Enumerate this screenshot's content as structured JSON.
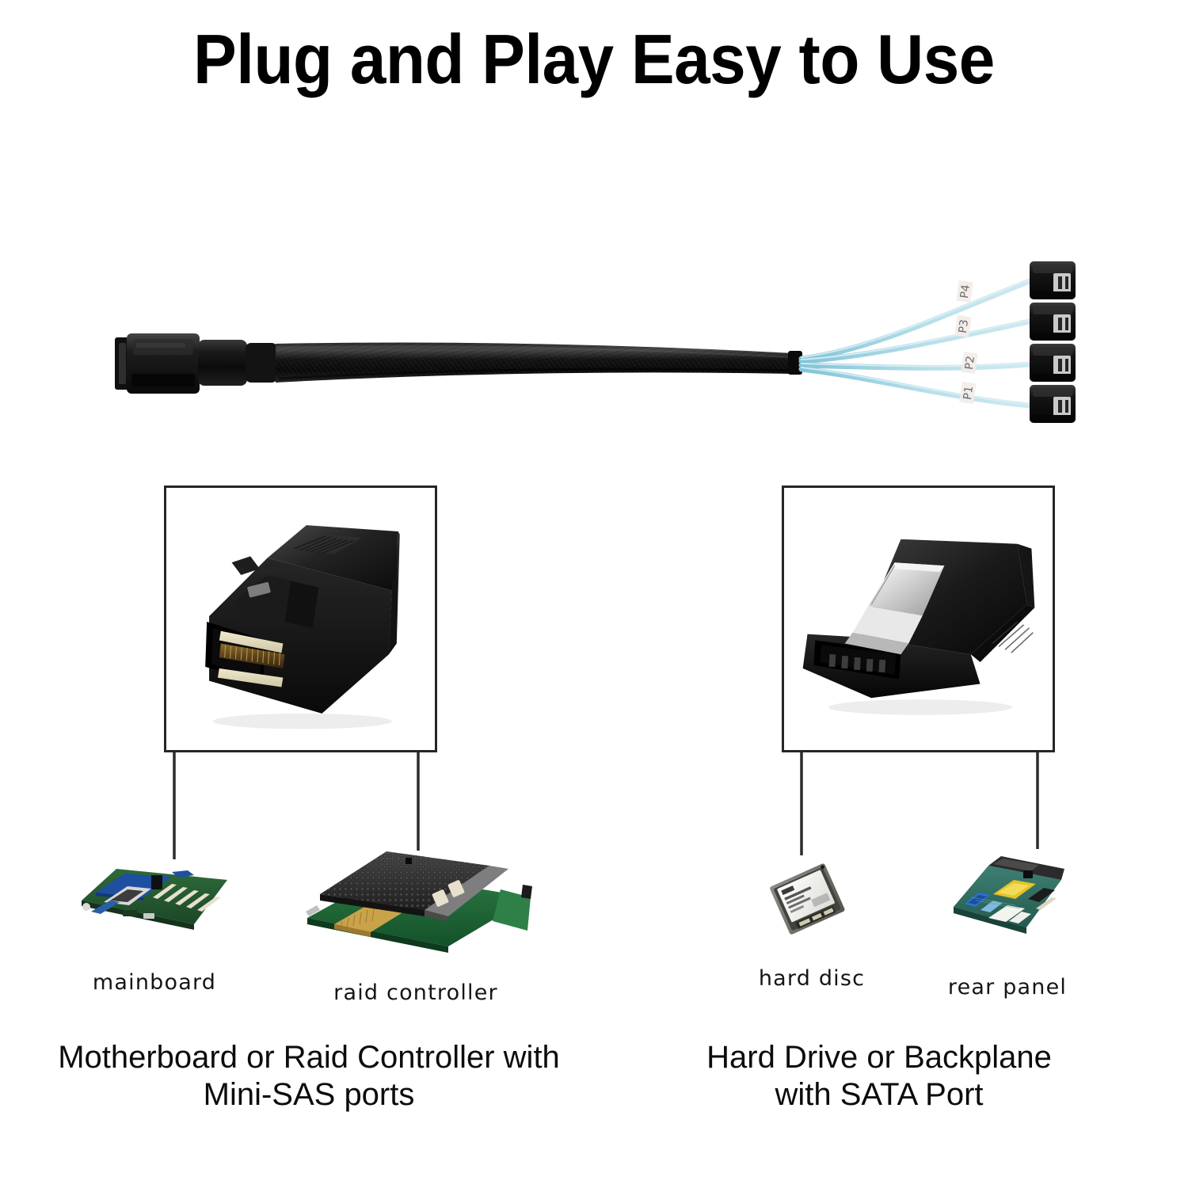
{
  "page": {
    "title": "Plug and Play Easy to Use",
    "background_color": "#ffffff",
    "text_color": "#000000"
  },
  "product": {
    "kind": "Mini-SAS SFF-8643 to 4x SATA fan-out cable",
    "sleeve_color": "#151515",
    "breakout_wire_color": "#a9d8e6",
    "connector_color": "#121212",
    "source_connector": "Mini-SAS",
    "target_connector": "SATA",
    "breakout_count": 4,
    "port_tags": [
      "P4",
      "P3",
      "P2",
      "P1"
    ]
  },
  "detail_boxes": [
    {
      "id": "left",
      "name": "mini-sas-connector-closeup",
      "border_color": "#262626"
    },
    {
      "id": "right",
      "name": "sata-connector-closeup",
      "border_color": "#262626"
    }
  ],
  "devices": [
    {
      "id": "mainboard",
      "label": "mainboard"
    },
    {
      "id": "raid",
      "label": "raid controller"
    },
    {
      "id": "harddisc",
      "label": "hard disc"
    },
    {
      "id": "rearpanel",
      "label": "rear panel"
    }
  ],
  "captions": {
    "left": "Motherboard or Raid Controller with\nMini-SAS ports",
    "right": "Hard Drive or Backplane\nwith SATA Port"
  }
}
